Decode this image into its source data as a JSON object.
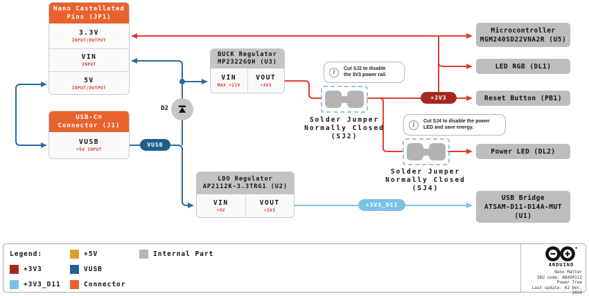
{
  "palette": {
    "net_3v3": "#a5291d",
    "net_3v3_d11": "#7cc0e8",
    "net_5v": "#dfa126",
    "net_vusb": "#20618d",
    "connector": "#e8622d",
    "internal_part": "#b5b5b5",
    "wire_red": "#e23b2e",
    "wire_blue": "#2a6ba0",
    "wire_lightblue": "#7cc0e8"
  },
  "diagram": {
    "info_icon": "i",
    "d2_label": "D2",
    "jp1": {
      "title_line1": "Nano Castellated",
      "title_line2": "Pins (JP1)",
      "rows": [
        {
          "label": "3.3V",
          "sub": "INPUT/OUTPUT"
        },
        {
          "label": "VIN",
          "sub": "INPUT"
        },
        {
          "label": "5V",
          "sub": "INPUT/OUTPUT"
        }
      ]
    },
    "j1": {
      "title_line1": "USB-C®",
      "title_line2": "Connector (J1)",
      "rows": [
        {
          "label": "VUSB",
          "sub": "+5V INPUT"
        }
      ]
    },
    "buck": {
      "title_line1": "BUCK Regulator",
      "title_line2": "MP2322GQH (U3)",
      "cells": [
        {
          "label": "VIN",
          "sub": "MAX +21V"
        },
        {
          "label": "VOUT",
          "sub": "+3V3"
        }
      ]
    },
    "ldo": {
      "title_line1": "LDO Regulator",
      "title_line2": "AP2112K-3.3TRG1 (U2)",
      "cells": [
        {
          "label": "VIN",
          "sub": "+5V"
        },
        {
          "label": "VOUT",
          "sub": "+3V3"
        }
      ]
    },
    "badges": {
      "vusb": "VUSB",
      "p3v3": "+3V3",
      "p3v3_d11": "+3V3_D11"
    },
    "sj2": {
      "line1": "Solder Jumper",
      "line2": "Normally Closed",
      "line3": "(SJ2)"
    },
    "sj4": {
      "line1": "Solder Jumper",
      "line2": "Normally Closed",
      "line3": "(SJ4)"
    },
    "notes": [
      {
        "line1": "Cut SJ2 to disable",
        "line2": "the 3V3 power rail."
      },
      {
        "line1": "Cut SJ4 to disable the power",
        "line2": "LED and save energy."
      }
    ],
    "loads": {
      "u5_line1": "Microcontroller",
      "u5_line2": "MGM240SD22VNA2R (U5)",
      "dl1": "LED RGB (DL1)",
      "pb1": "Reset Button (PB1)",
      "dl2": "Power LED (DL2)",
      "u1_line1": "USB Bridge",
      "u1_line2": "ATSAM-D11-D14A-MUT",
      "u1_line3": "(U1)"
    }
  },
  "legend": {
    "title": "Legend:",
    "items": [
      {
        "label": "+3V3",
        "color": "#a5291d"
      },
      {
        "label": "+3V3_D11",
        "color": "#7cc0e8"
      },
      {
        "label": "+5V",
        "color": "#dfa126"
      },
      {
        "label": "VUSB",
        "color": "#20618d"
      },
      {
        "label": "Connector",
        "color": "#e8622d"
      },
      {
        "label": "Internal Part",
        "color": "#b5b5b5"
      }
    ]
  },
  "footer": {
    "brand": "ARDUINO",
    "product": "Nano Matter",
    "sku": "SKU code: ABX00112",
    "doc": "Power Tree",
    "updated": "Last update: 02 Dec, 2024"
  }
}
